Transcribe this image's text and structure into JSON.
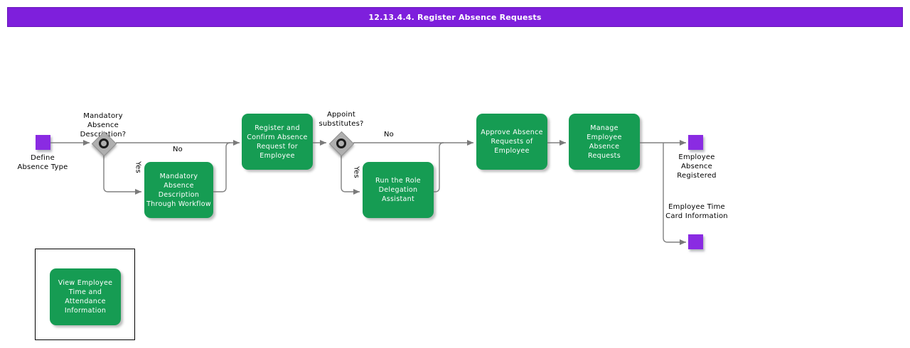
{
  "title_bar": {
    "title": "12.13.4.4. Register Absence Requests"
  },
  "colors": {
    "title_bg": "#7E1FDC",
    "activity_green": "#169C53",
    "event_purple": "#8A2BE2",
    "gateway_gray": "#AFAFAF",
    "connector_gray": "#808080"
  },
  "nodes": {
    "define_absence_type": {
      "type": "start-event",
      "label": "Define Absence Type"
    },
    "mandatory_absence_description_gateway": {
      "type": "gateway",
      "question": "Mandatory Absence Description?",
      "yes_label": "Yes",
      "no_label": "No"
    },
    "mandatory_absence_description_through_workflow": {
      "type": "activity",
      "label": "Mandatory Absence Description Through Workflow"
    },
    "register_and_confirm_absence_request": {
      "type": "activity",
      "label": "Register and Confirm Absence Request for Employee"
    },
    "appoint_substitutes_gateway": {
      "type": "gateway",
      "question": "Appoint substitutes?",
      "yes_label": "Yes",
      "no_label": "No"
    },
    "run_role_delegation_assistant": {
      "type": "activity",
      "label": "Run the Role Delegation Assistant"
    },
    "approve_absence_requests": {
      "type": "activity",
      "label": "Approve Absence Requests of Employee"
    },
    "manage_employee_absence_requests": {
      "type": "activity",
      "label": "Manage Employee Absence Requests"
    },
    "employee_absence_registered": {
      "type": "end-event",
      "label": "Employee Absence Registered"
    },
    "employee_time_card_information": {
      "type": "end-event",
      "label": "Employee Time Card Information"
    },
    "view_employee_time_attendance": {
      "type": "activity",
      "label": "View Employee Time and Attendance Information"
    }
  }
}
